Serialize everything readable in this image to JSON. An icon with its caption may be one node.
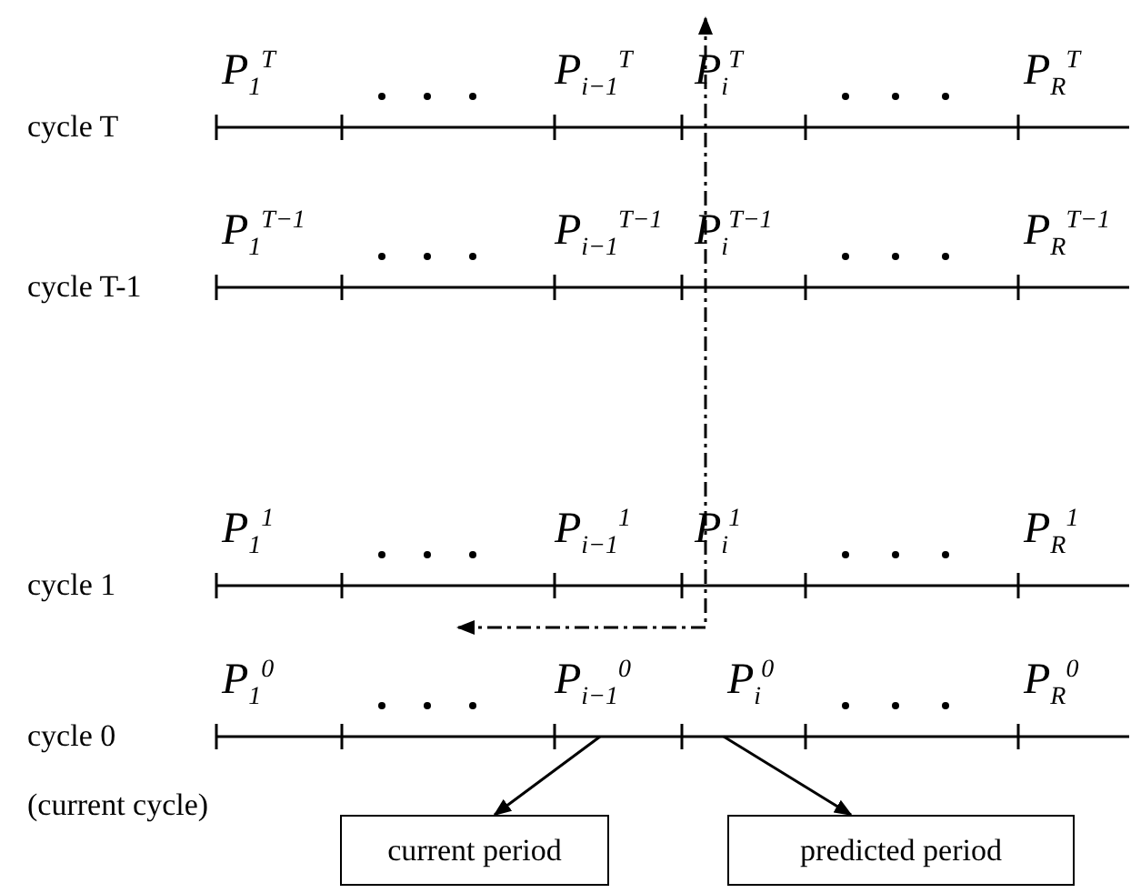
{
  "diagram": {
    "nodes": [
      {
        "text": [
          "current period"
        ]
      },
      {
        "text": [
          "predicted period"
        ]
      }
    ],
    "edges": [
      {
        "from": null,
        "to": 0,
        "arrow": "to"
      },
      {
        "from": null,
        "to": 1,
        "arrow": "to"
      }
    ],
    "labels": [
      "P$_{1}$$^{T}$",
      "P$_{i−1}$$^{T}$",
      "P$_{i}$$^{T}$",
      "P$_{R}$$^{T}$",
      "cycle T",
      "P$_{1}$$^{T−1}$",
      "P$_{i−1}$$^{T−1}$",
      "P$_{i}$$^{T−1}$",
      "P$_{R}$$^{T−1}$",
      "cycle T-1",
      "P$_{1}$$^{1}$",
      "P$_{i−1}$$^{1}$",
      "P$_{i}$$^{1}$",
      "P$_{R}$$^{1}$",
      "cycle 1",
      "P$_{1}$$^{0}$",
      "P$_{i−1}$$^{0}$",
      "P$_{i}$$^{0}$",
      "P$_{R}$$^{0}$",
      "cycle 0",
      "(current cycle)"
    ]
  }
}
